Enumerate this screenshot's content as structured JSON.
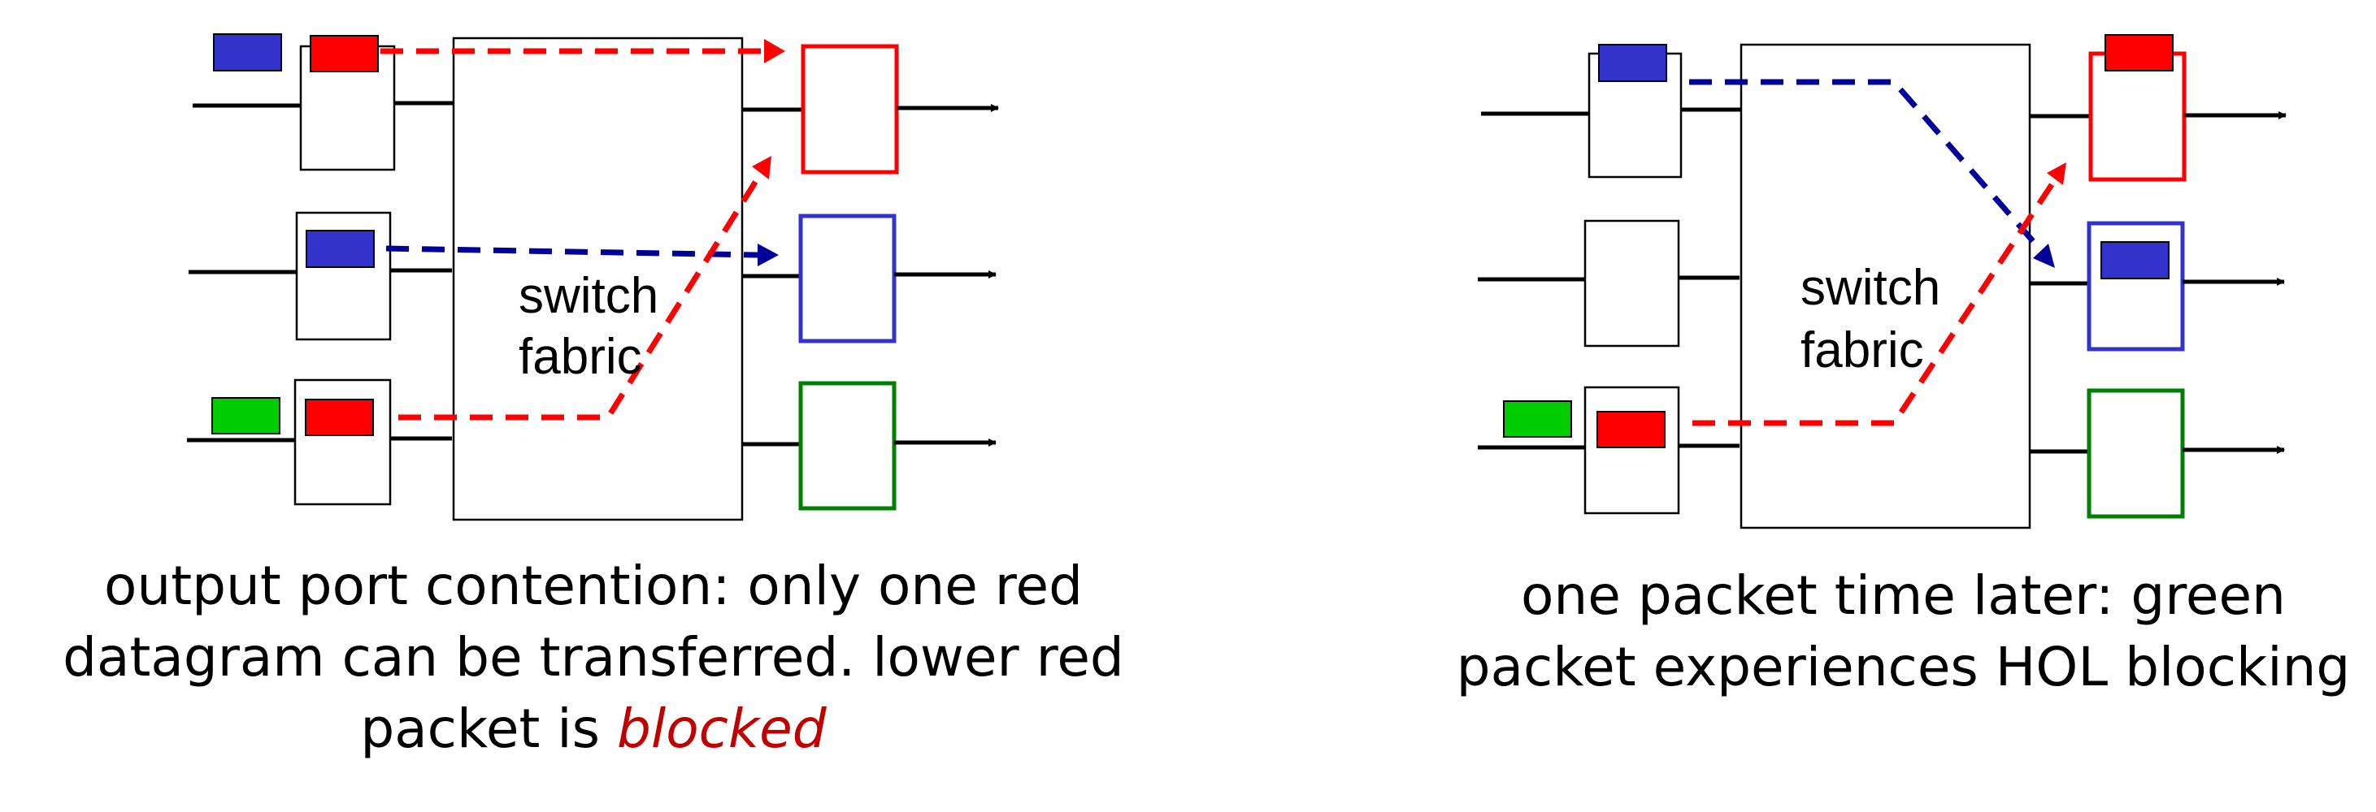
{
  "panels": [
    {
      "fabric_label_line1": "switch",
      "fabric_label_line2": "fabric",
      "caption_line1": "output port contention: only one red",
      "caption_line2": "datagram can be transferred. lower red",
      "caption_line3_prefix": "packet is ",
      "caption_line3_emphasis": "blocked"
    },
    {
      "fabric_label_line1": "switch",
      "fabric_label_line2": "fabric",
      "caption_line1": "one packet time later: green",
      "caption_line2": "packet experiences HOL blocking"
    }
  ],
  "colors": {
    "red": "#ff0000",
    "blue": "#3333cc",
    "green": "#00cc00",
    "output_border_red": "#ff0000",
    "output_border_blue": "#3333cc",
    "output_border_green": "#008000",
    "arrow_blue": "#000099"
  }
}
